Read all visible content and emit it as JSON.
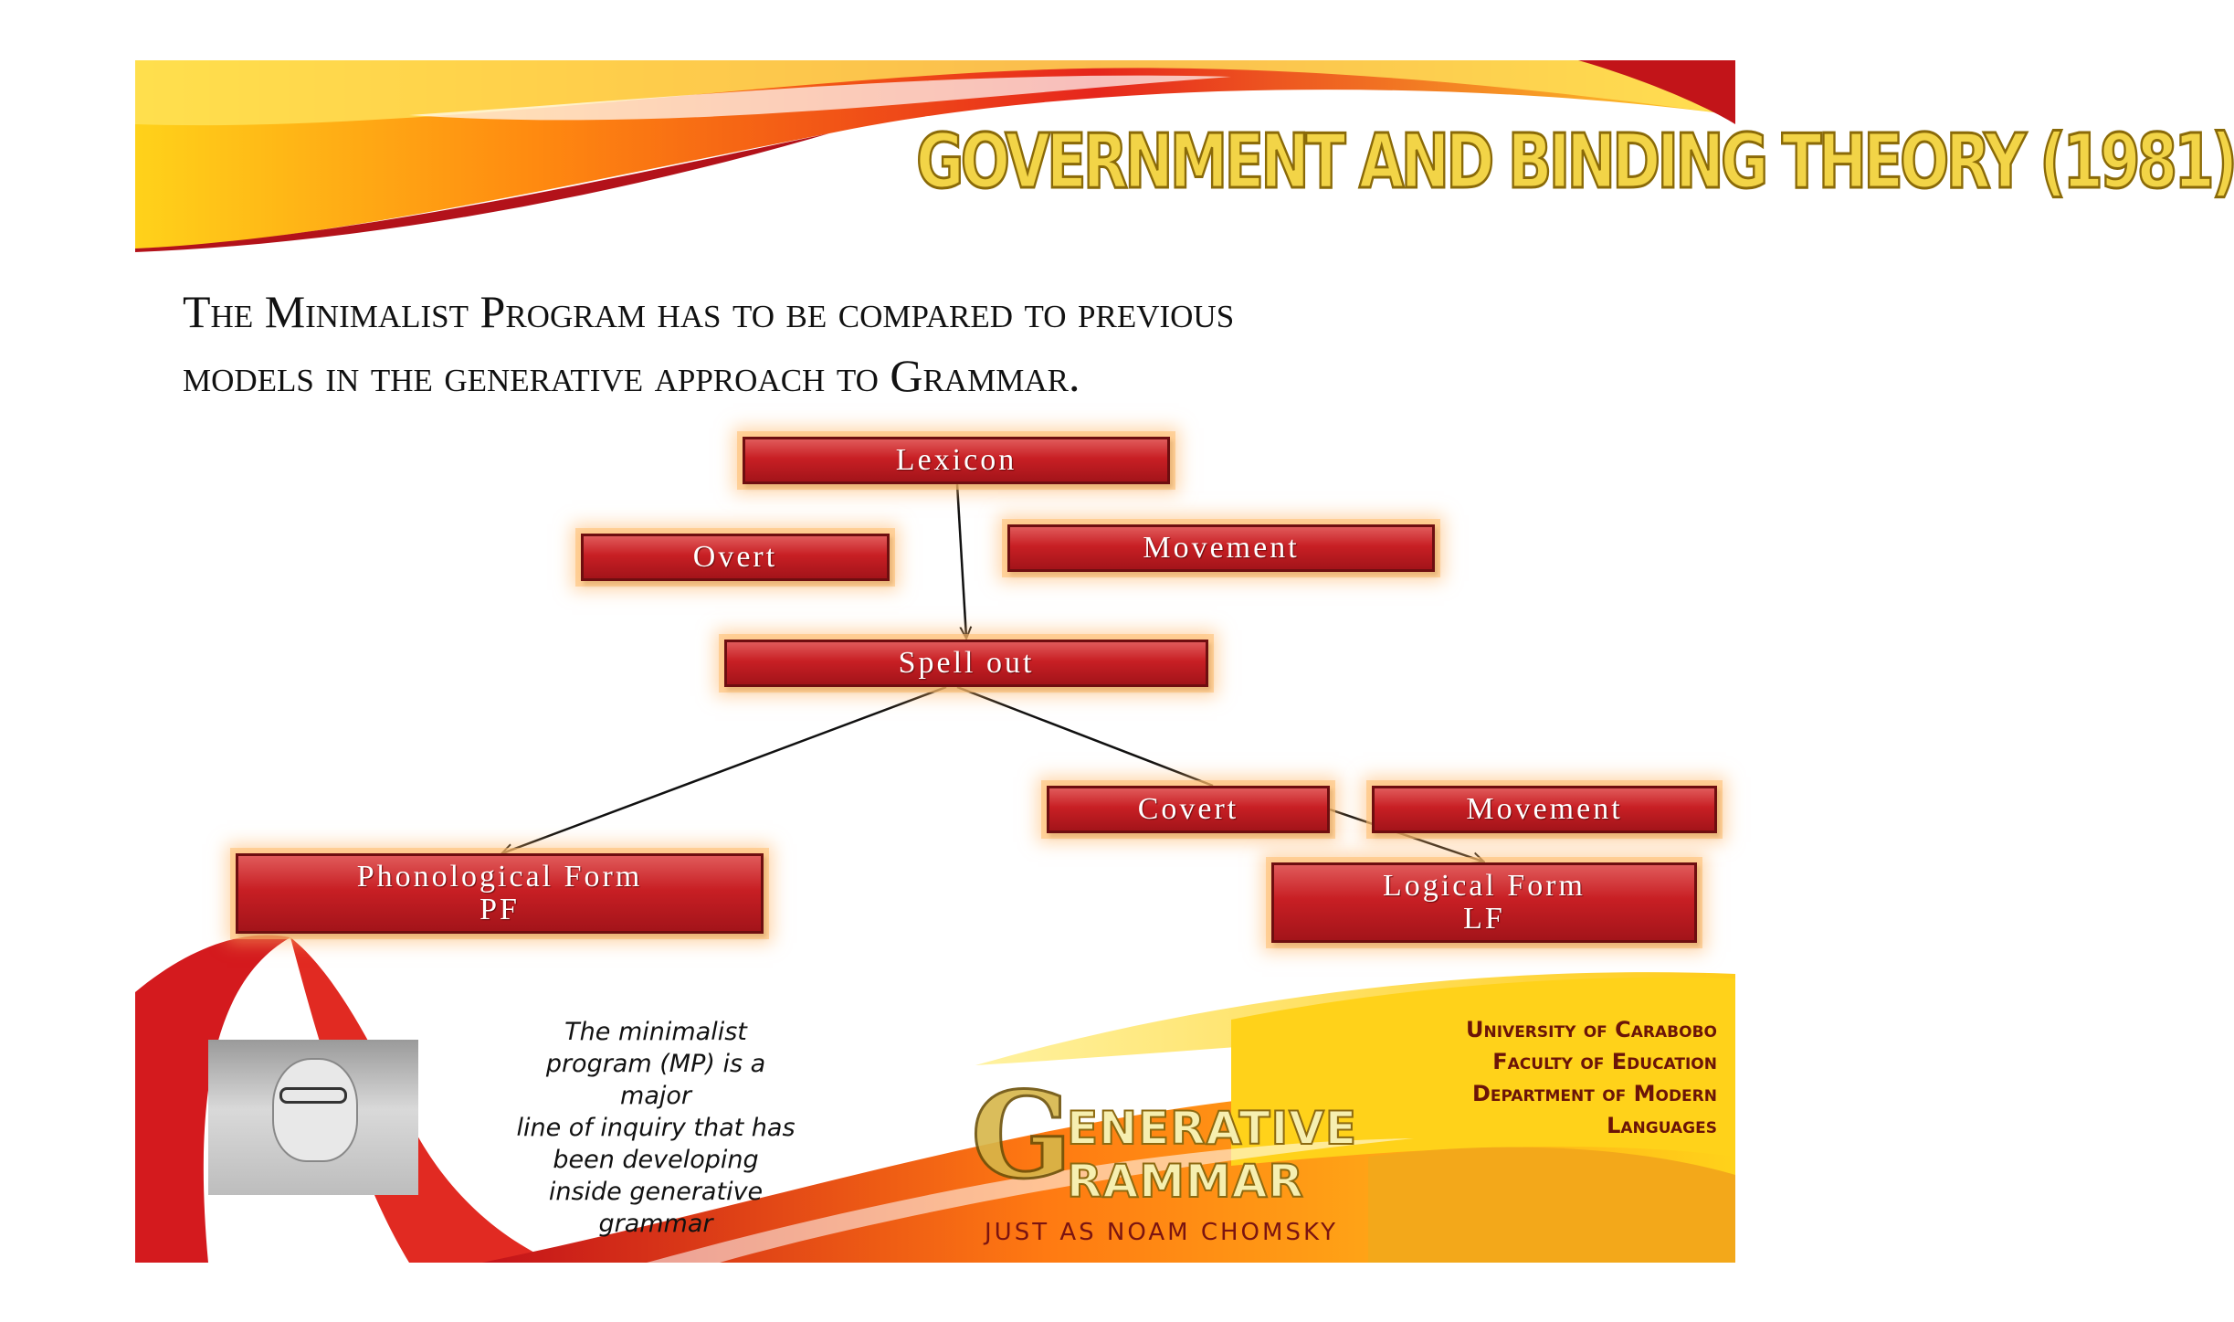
{
  "title": "GOVERNMENT AND BINDING THEORY (1981)",
  "intro": {
    "line1": "The Minimalist Program has to be compared to previous",
    "line2": "models in the generative approach to Grammar."
  },
  "diagram": {
    "lexicon": "Lexicon",
    "overt": "Overt",
    "movement_top": "Movement",
    "spell_out": "Spell out",
    "covert": "Covert",
    "movement_bottom": "Movement",
    "pf_line1": "Phonological Form",
    "pf_line2": "PF",
    "lf_line1": "Logical Form",
    "lf_line2": "LF"
  },
  "note": {
    "line1": "The minimalist",
    "line2": "program (MP) is a major",
    "line3": "line of inquiry that has",
    "line4": "been developing",
    "line5": "inside generative",
    "line6": "grammar"
  },
  "institution": {
    "line1": "University of Carabobo",
    "line2": "Faculty of Education",
    "line3": "Department of Modern",
    "line4": "Languages"
  },
  "logo": {
    "letter_g": "G",
    "word1": "ENERATIVE",
    "word2": "RAMMAR",
    "tagline": "JUST AS NOAM CHOMSKY"
  },
  "colors": {
    "box_red": "#c81f24",
    "glow": "#ffbe6e",
    "title_gold": "#f2d447",
    "swoosh_red": "#e0201c",
    "swoosh_yellow": "#ffd21a"
  }
}
